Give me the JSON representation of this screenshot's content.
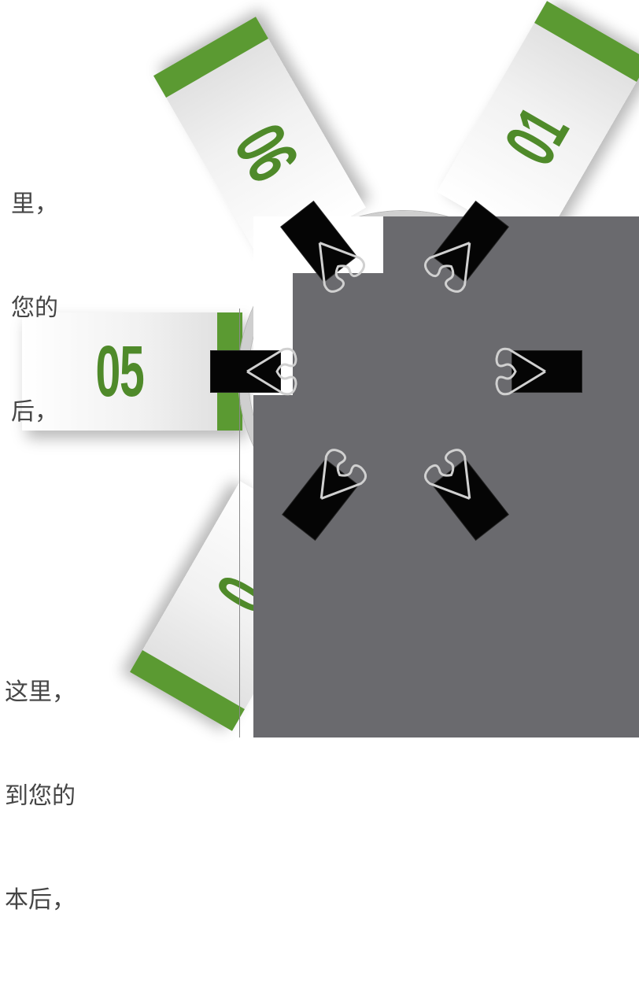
{
  "cards": [
    {
      "id": "01",
      "number": "01"
    },
    {
      "id": "06",
      "number": "06"
    },
    {
      "id": "05",
      "number": "05"
    },
    {
      "id": "04",
      "number": "0"
    }
  ],
  "text_blocks": {
    "upper_left": [
      "里，",
      "您的",
      "后，"
    ],
    "lower_left": [
      "这里，",
      "到您的",
      "本后，"
    ]
  },
  "colors": {
    "accent_green": "#5b9a32",
    "number_green": "#4f8a2a",
    "panel_gray": "#6a6a6e",
    "ring_gray": "#cfcfcf",
    "clip_black": "#050505"
  },
  "clips": [
    {
      "id": "top-left"
    },
    {
      "id": "top-right"
    },
    {
      "id": "left"
    },
    {
      "id": "right"
    },
    {
      "id": "bottom-left"
    },
    {
      "id": "bottom-right"
    }
  ]
}
